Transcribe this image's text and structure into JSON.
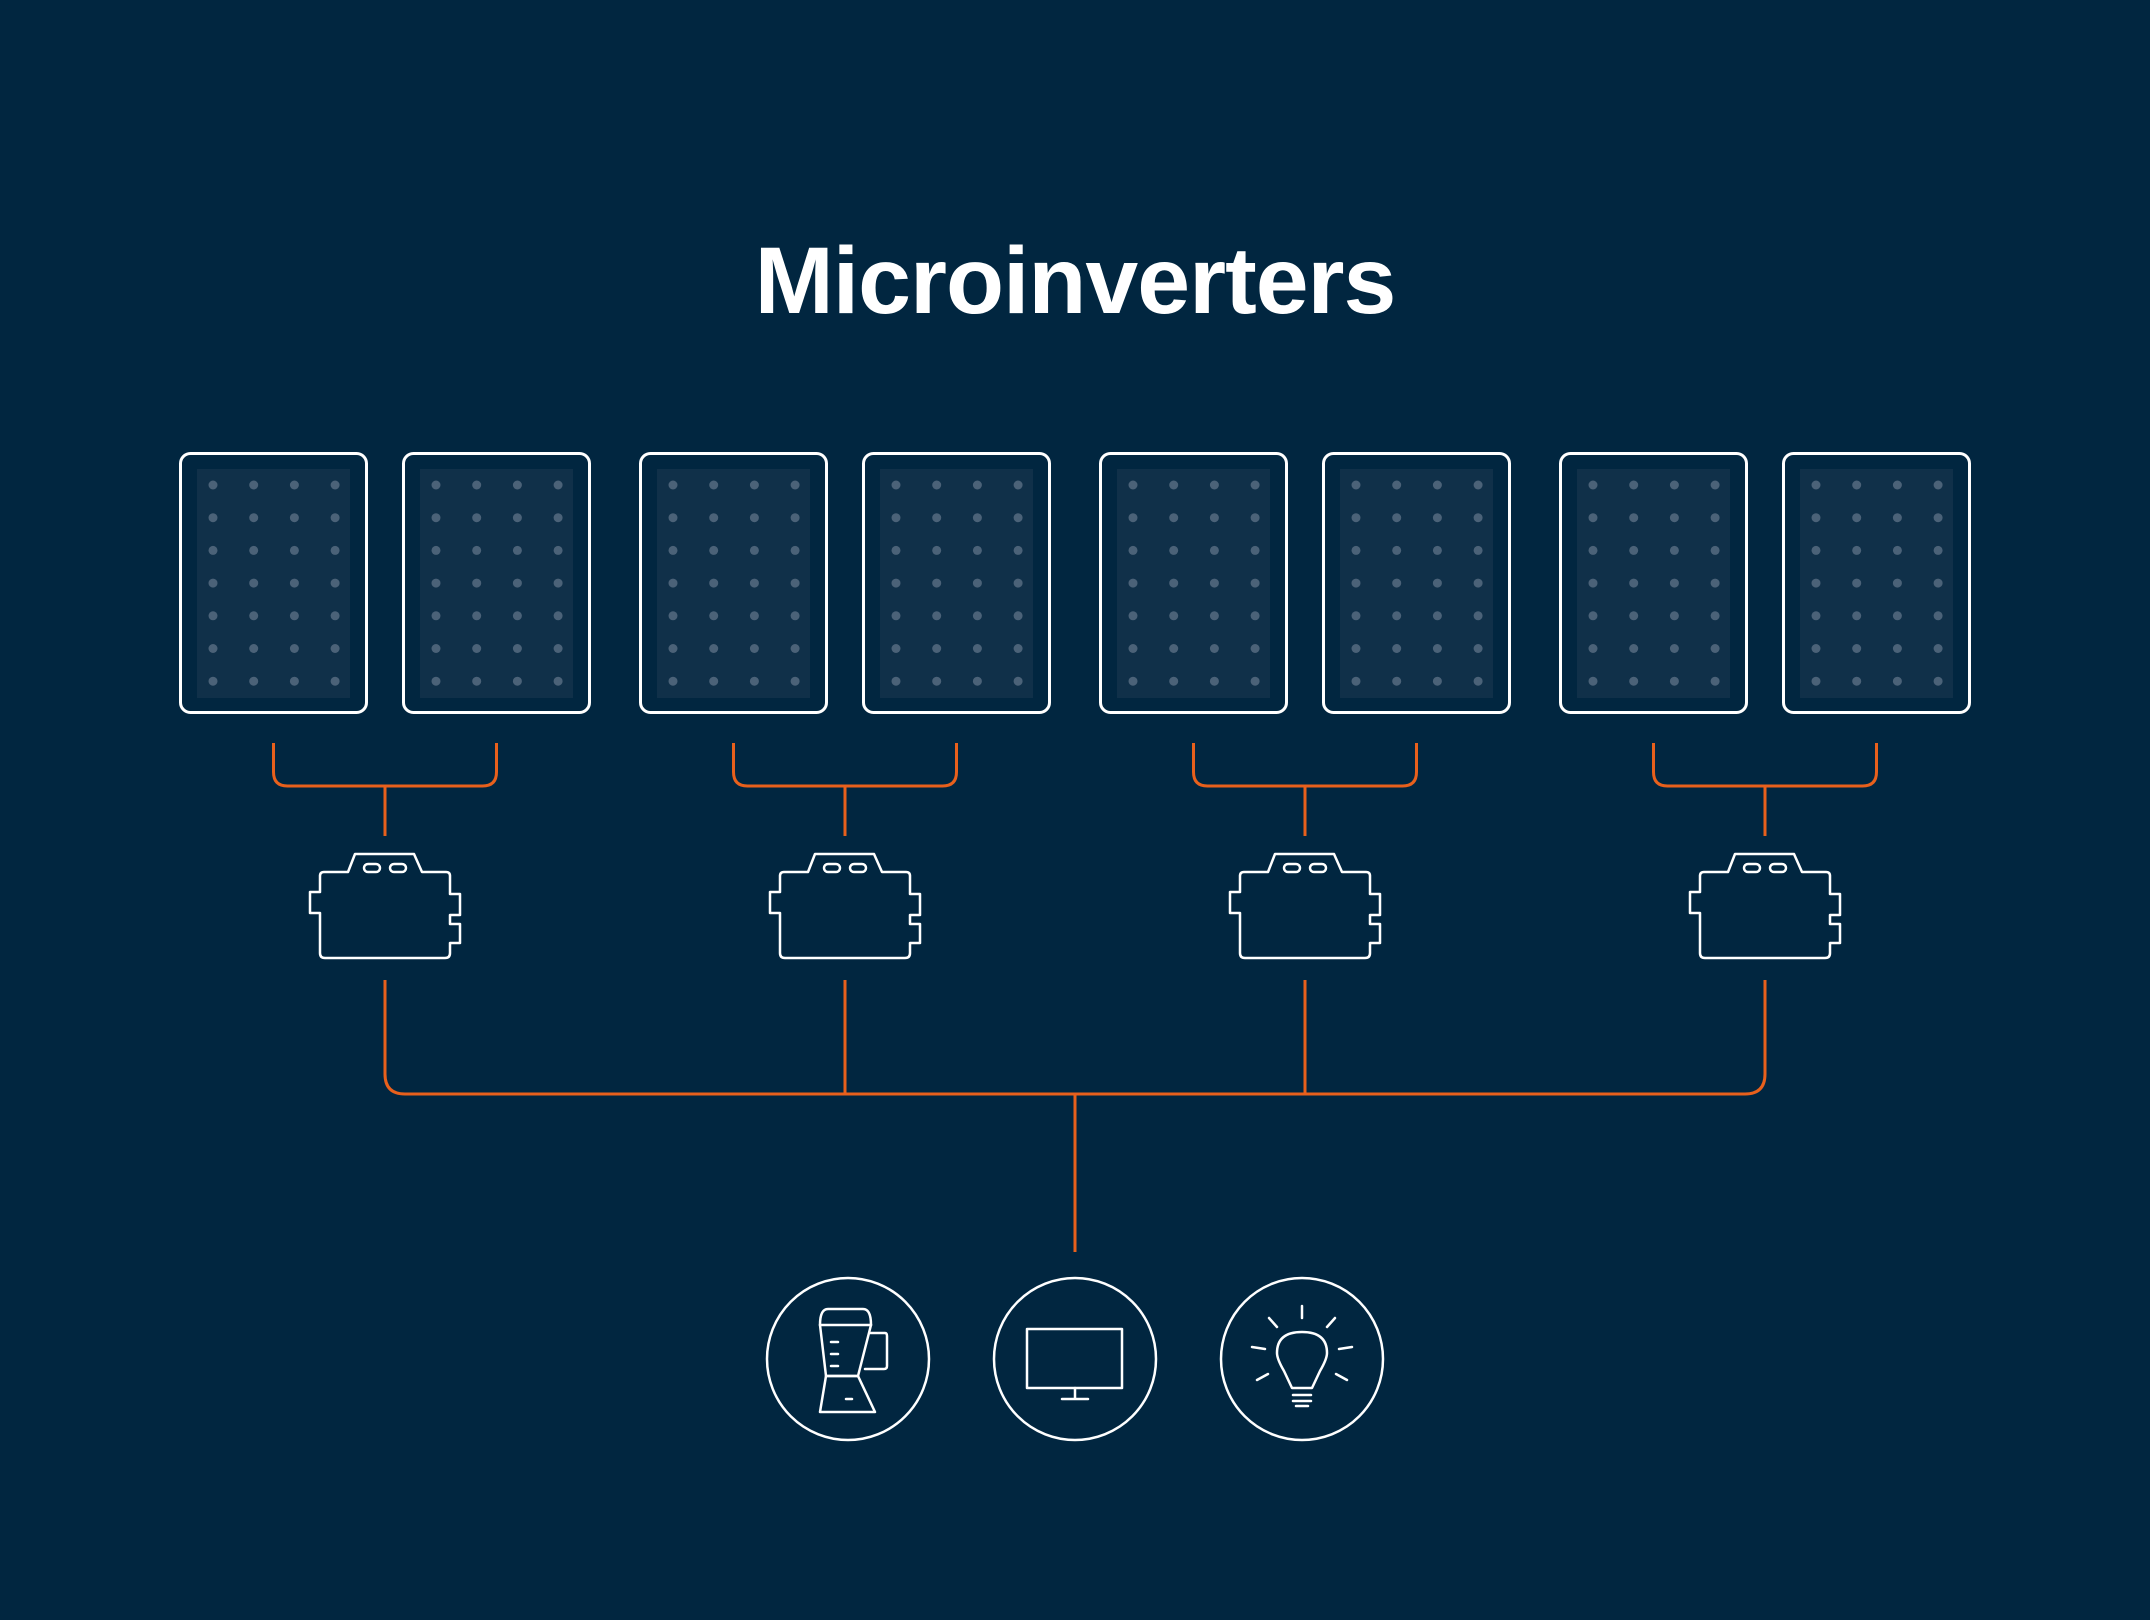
{
  "title": "Microinverters",
  "colors": {
    "background": "#012640",
    "panel_fill": "#103049",
    "panel_outline": "#ffffff",
    "panel_cell_dot": "#4b6278",
    "wire": "#e8601c",
    "icon_stroke": "#ffffff"
  },
  "groups": [
    {
      "name": "group-1",
      "panels": 2,
      "inverter": "microinverter"
    },
    {
      "name": "group-2",
      "panels": 2,
      "inverter": "microinverter"
    },
    {
      "name": "group-3",
      "panels": 2,
      "inverter": "microinverter"
    },
    {
      "name": "group-4",
      "panels": 2,
      "inverter": "microinverter"
    }
  ],
  "panel_cells": {
    "columns": 4,
    "rows": 7
  },
  "appliances": [
    {
      "name": "blender",
      "icon": "blender-icon"
    },
    {
      "name": "television",
      "icon": "tv-icon"
    },
    {
      "name": "light-bulb",
      "icon": "light-bulb-icon"
    }
  ]
}
